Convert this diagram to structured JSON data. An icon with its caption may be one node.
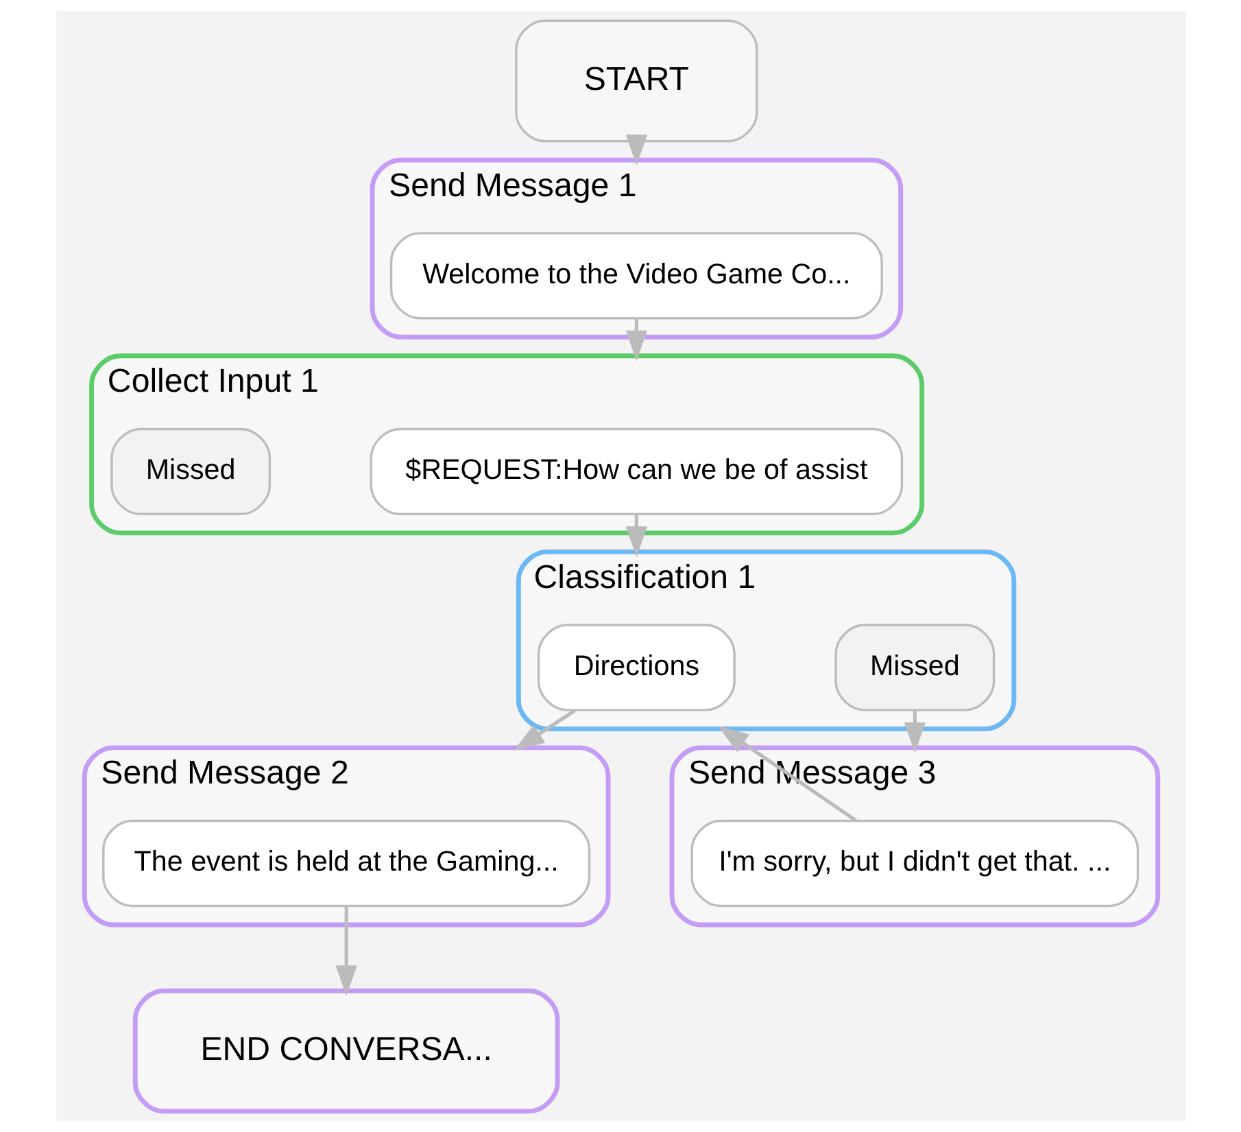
{
  "diagram": {
    "nodes": [
      {
        "text": [
          "START"
        ]
      },
      {
        "text": [
          "Send Message 1"
        ]
      },
      {
        "text": [
          "Welcome to the Video Game Co..."
        ],
        "in": 1
      },
      {
        "text": [
          "Collect Input 1"
        ]
      },
      {
        "text": [
          "$REQUEST:How can we be of assist"
        ],
        "in": 3
      },
      {
        "text": [
          "Missed"
        ],
        "in": 3
      },
      {
        "text": [
          "Classification 1"
        ]
      },
      {
        "text": [
          "Directions"
        ],
        "in": 6
      },
      {
        "text": [
          "Missed"
        ],
        "in": 6
      },
      {
        "text": [
          "Send Message 2"
        ]
      },
      {
        "text": [
          "The event is held at the Gaming..."
        ],
        "in": 9
      },
      {
        "text": [
          "Send Message 3"
        ]
      },
      {
        "text": [
          "I'm sorry, but I didn't get that. ..."
        ],
        "in": 11
      },
      {
        "text": [
          "END CONVERSA..."
        ]
      }
    ],
    "edges": [
      {
        "from": 0,
        "to": 1,
        "arrow": "to"
      },
      {
        "from": 2,
        "to": 3,
        "arrow": "to"
      },
      {
        "from": 4,
        "to": 6,
        "arrow": "to"
      },
      {
        "from": 7,
        "to": 9,
        "arrow": "to"
      },
      {
        "from": 8,
        "to": 11,
        "arrow": "to"
      },
      {
        "from": 12,
        "to": 6,
        "arrow": "to"
      },
      {
        "from": 10,
        "to": 13,
        "arrow": "to"
      }
    ]
  }
}
